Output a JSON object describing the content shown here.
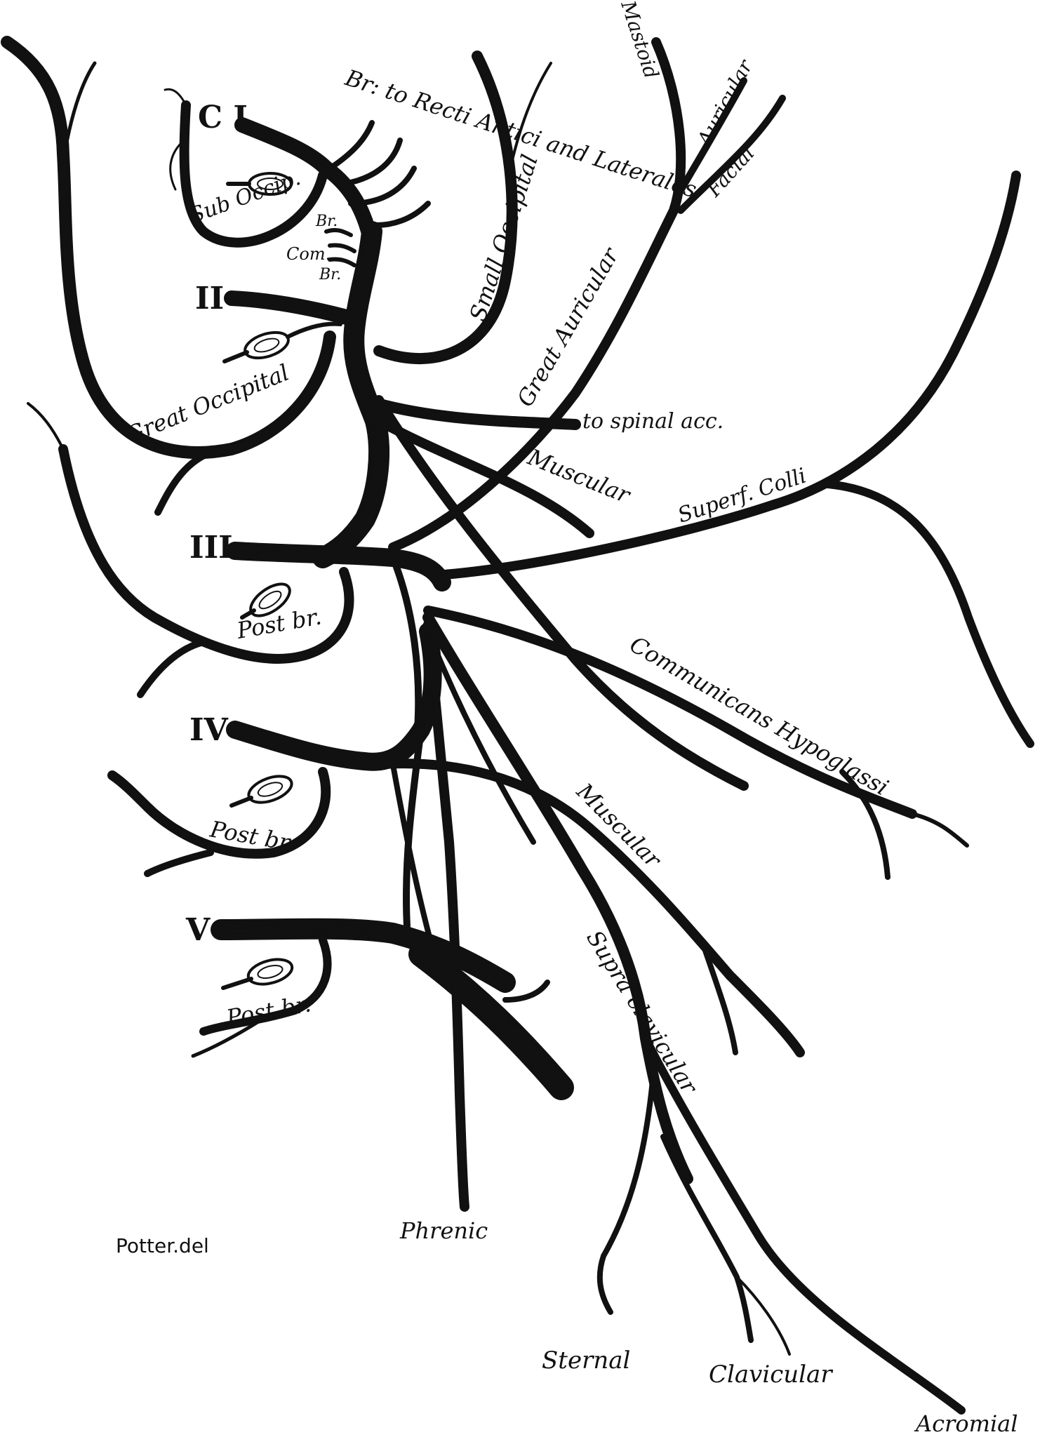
{
  "figure": {
    "roots": {
      "c1": "C I",
      "c2": "II",
      "c3": "III",
      "c4": "IV",
      "c5": "V"
    },
    "labels": {
      "br_to_recti": "Br: to Recti Antici and Laterales",
      "sub_occip": "Sub Occip.",
      "br_upper": "Br.",
      "com": "Com.",
      "br_lower": "Br.",
      "small_occipital": "Small Occipital",
      "mastoid": "Mastoid",
      "auricular": "Auricular",
      "facial": "Facial",
      "great_auricular": "Great Auricular",
      "great_occipital": "Great Occipital",
      "to_spinal_acc": "to spinal acc.",
      "muscular_upper": "Muscular",
      "superf_colli": "Superf. Colli",
      "post_br_3": "Post br.",
      "communicans_hypoglossi": "Communicans Hypoglassi",
      "post_br_4": "Post br.",
      "muscular_lower": "Muscular",
      "post_br_5": "Post br.",
      "supra_clavicular": "Supra clavicular",
      "phrenic": "Phrenic",
      "sternal": "Sternal",
      "clavicular": "Clavicular",
      "acromial": "Acromial"
    },
    "credit": "Potter.del"
  }
}
